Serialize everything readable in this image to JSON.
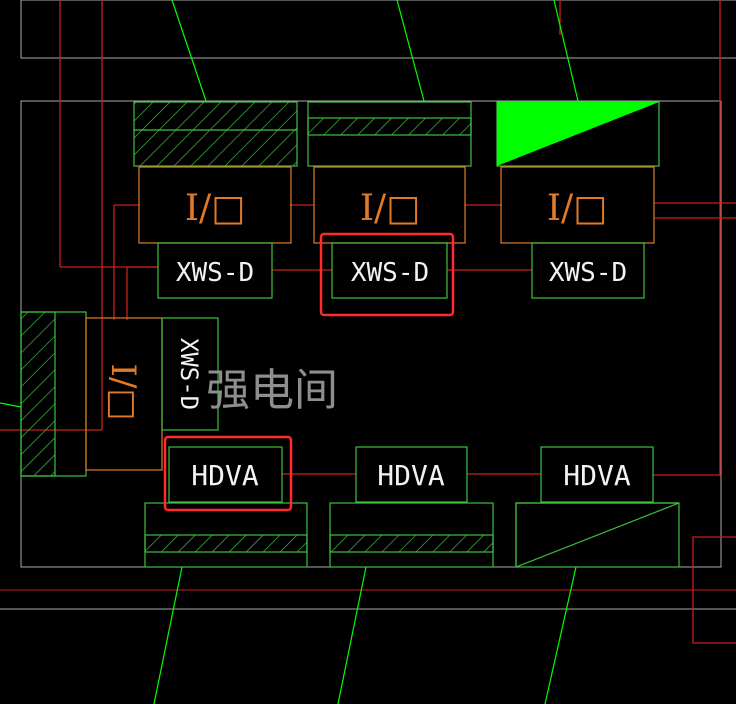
{
  "colors": {
    "background": "#000000",
    "green": "#00ff00",
    "green_dim": "#3ec13e",
    "orange": "#e07a28",
    "red_line": "#c81e1e",
    "gray_line": "#aaaaaa",
    "label": "#f2f2f2",
    "room_label": "#8e8e8e",
    "highlight": "#ff2a2a"
  },
  "labels": {
    "io": "I/□",
    "io_rotated": "I/□",
    "xws_d": "XWS-D",
    "xws_d_rotated": "XWS-D",
    "hdva": "HDVA",
    "room": "强电间"
  },
  "highlights": [
    {
      "target": "XWS-D",
      "position": "top-middle"
    },
    {
      "target": "HDVA",
      "position": "bottom-left"
    }
  ]
}
